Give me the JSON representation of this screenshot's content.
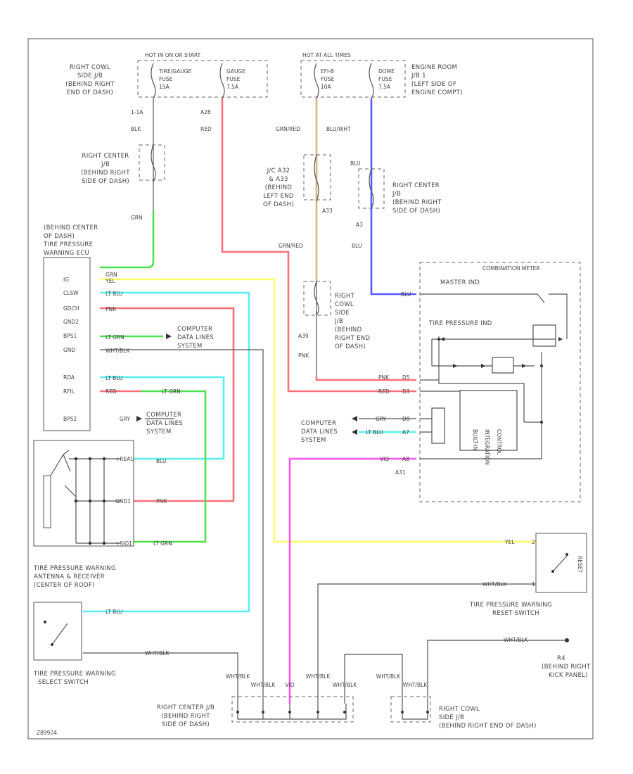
{
  "colors": {
    "green": "#4ee34e",
    "red": "#ff6f7a",
    "blue": "#5a5aff",
    "tan": "#d8b47a",
    "yellow": "#ffff66",
    "cyan": "#5af0f0",
    "magenta": "#ff55ee",
    "line": "#555555"
  },
  "fuse_boxes": {
    "left": {
      "header": "HOT IN ON OR START",
      "location": [
        "RIGHT COWL",
        "SIDE J/B",
        "(BEHIND RIGHT",
        "END OF DASH)"
      ],
      "fuses": [
        {
          "name": [
            "TIRE/GAUGE",
            "FUSE",
            "15A"
          ]
        },
        {
          "name": [
            "GAUGE",
            "FUSE",
            "7.5A"
          ]
        }
      ]
    },
    "right": {
      "header": "HOT AT ALL TIMES",
      "location": [
        "ENGINE ROOM",
        "J/B 1",
        "(LEFT SIDE OF",
        "ENGINE COMPT)"
      ],
      "fuses": [
        {
          "name": [
            "EFI-B",
            "FUSE",
            "10A"
          ]
        },
        {
          "name": [
            "DOME",
            "FUSE",
            "7.5A"
          ]
        }
      ]
    }
  },
  "wire_labels": {
    "w1": [
      "1-1A",
      "BLK"
    ],
    "w2": [
      "A28",
      "RED"
    ],
    "w3": "GRN/RED",
    "w4": "BLU/WHT",
    "w5": "GRN",
    "w6": "BLU",
    "w7": "A3",
    "w8": "BLU",
    "w9": "GRN/RED",
    "w10": "A39",
    "w11": "PNK",
    "w12": "A33"
  },
  "junctions": {
    "rc_jb1": [
      "RIGHT CENTER",
      "J/B",
      "(BEHIND RIGHT",
      "SIDE OF DASH)"
    ],
    "jc": [
      "J/C A32",
      "& A33",
      "(BEHIND",
      "LEFT END",
      "OF DASH)"
    ],
    "rc_jb2": [
      "RIGHT CENTER",
      "J/B",
      "(BEHIND RIGHT",
      "SIDE OF DASH)"
    ],
    "rcowl": [
      "RIGHT",
      "COWL",
      "SIDE",
      "J/B",
      "(BEHIND",
      "RIGHT END",
      "OF DASH)"
    ]
  },
  "ecu": {
    "title": [
      "(BEHIND CENTER",
      "OF DASH)",
      "TIRE PRESSURE",
      "WARNING ECU"
    ],
    "pins": [
      "IG",
      "CLSW",
      "GDCH",
      "GND2",
      "BPS1",
      "GND",
      "",
      "RDA",
      "RFIL",
      "",
      "BPS2"
    ],
    "wires": [
      "GRN",
      "YEL",
      "LT BLU",
      "PNK",
      "LT GRN",
      "WHT/BLK",
      "",
      "LT BLU",
      "RED",
      "",
      "GRY"
    ],
    "extra_label": "LT GRN"
  },
  "cds": {
    "a": [
      "COMPUTER",
      "DATA LINES",
      "SYSTEM"
    ],
    "b": [
      "COMPUTER",
      "DATA LINES",
      "SYSTEM"
    ],
    "c": [
      "COMPUTER",
      "DATA LINES",
      "SYSTEM"
    ]
  },
  "antenna": {
    "pins": [
      "+REAU",
      "GND1",
      "+SIO1"
    ],
    "wires": [
      "BLU",
      "PNK",
      "LT GRN"
    ],
    "caption": [
      "TIRE PRESSURE WARNING",
      "ANTENNA & RECEIVER",
      "(CENTER OF ROOF)"
    ]
  },
  "meter": {
    "title": "COMBINATION METER",
    "master": "MASTER IND",
    "tire": "TIRE PRESSURE IND",
    "inner": [
      "BUILT-IN",
      "INTEGRATION",
      "CONTROL"
    ],
    "pins": [
      {
        "wire": "BLU",
        "pin": ""
      },
      {
        "wire": "PNK",
        "pin": "D5"
      },
      {
        "wire": "RED",
        "pin": "D3"
      },
      {
        "wire": "GRY",
        "pin": "D8"
      },
      {
        "wire": "LT BLU",
        "pin": "A7"
      },
      {
        "wire": "VIO",
        "pin": "A8"
      }
    ],
    "connector": "A31"
  },
  "reset_switch": {
    "wires": [
      "YEL",
      "WHT/BLK"
    ],
    "pins": [
      "2",
      "1"
    ],
    "caption": [
      "TIRE PRESSURE WARNING",
      "RESET SWITCH"
    ],
    "tag": "RESET"
  },
  "select_switch": {
    "wires": [
      "LT BLU",
      "WHT/BLK"
    ],
    "caption": [
      "TIRE PRESSURE WARNING",
      "SELECT SWITCH"
    ]
  },
  "ground": {
    "wire": "WHT/BLK",
    "name": "R4",
    "location": [
      "(BEHIND RIGHT",
      "KICK PANEL)"
    ]
  },
  "bottom": {
    "left_cols": [
      "WHT/BLK",
      "WHT/BLK",
      "VIO",
      "WHT/BLK",
      "WHT/BLK"
    ],
    "right_cols": [
      "WHT/BLK",
      "WHT/BLK"
    ],
    "left_caption": [
      "RIGHT CENTER J/B",
      "(BEHIND RIGHT",
      "SIDE OF DASH)"
    ],
    "right_caption": [
      "RIGHT COWL",
      "SIDE J/B",
      "(BEHIND RIGHT END OF DASH)"
    ]
  },
  "footer_code": "Z89924"
}
